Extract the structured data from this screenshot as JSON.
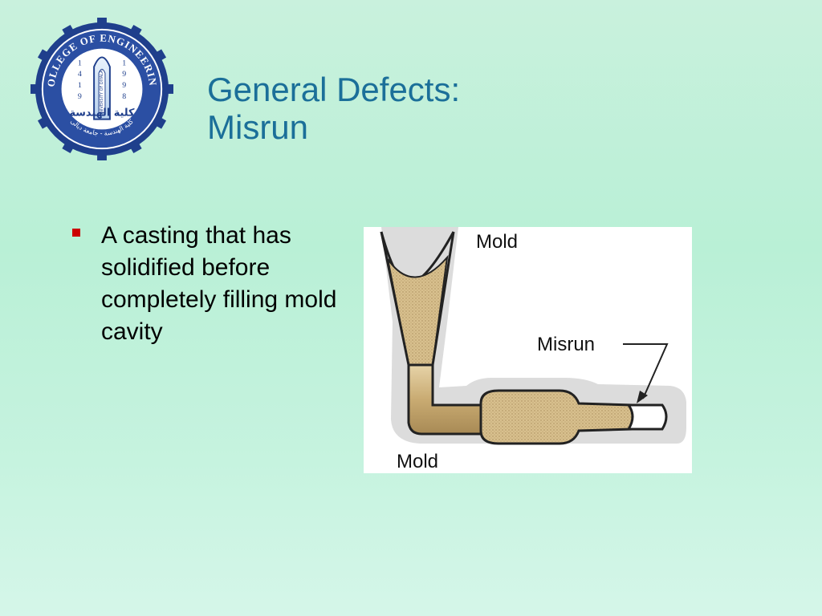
{
  "slide": {
    "title_line1": "General Defects:",
    "title_line2": "Misrun",
    "bullets": [
      "A casting that has solidified before completely filling mold cavity"
    ],
    "bullet_color": "#cc0000",
    "title_color": "#1b6f99"
  },
  "logo": {
    "ring_text": "COLLEGE OF ENGINEERING",
    "left_digits": [
      "1",
      "4",
      "1",
      "9"
    ],
    "right_digits": [
      "1",
      "9",
      "9",
      "8"
    ],
    "vertical_text": "UNIVERSITY OF DIYALA",
    "arabic_name": "كلية الهندسة",
    "arabic_ring": "كلية الهندسة - جامعة ديالى"
  },
  "figure": {
    "label_mold_top": "Mold",
    "label_misrun": "Misrun",
    "label_mold_bottom": "Mold"
  }
}
